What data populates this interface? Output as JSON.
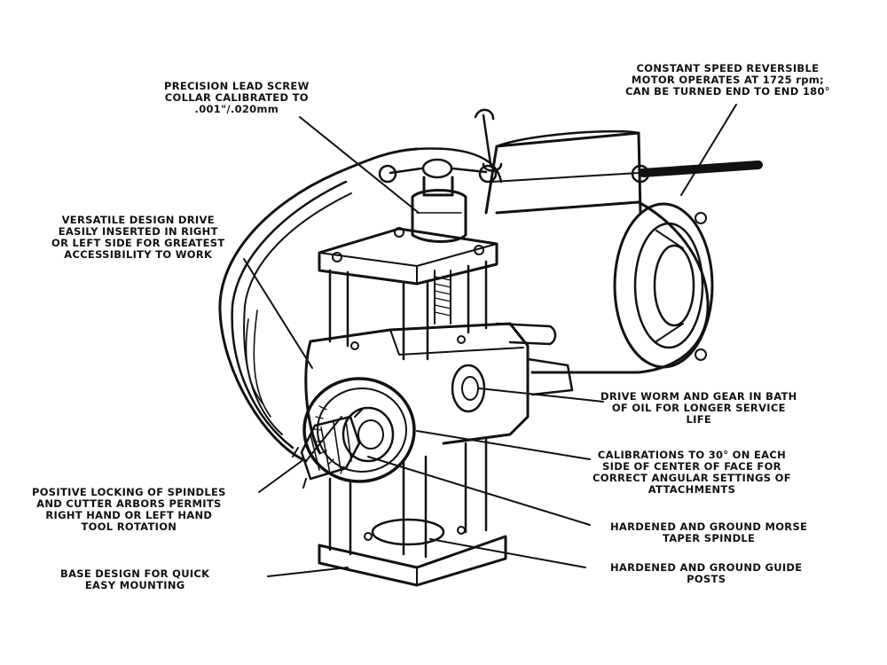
{
  "callouts": {
    "lead_screw": [
      "PRECISION LEAD SCREW",
      "COLLAR CALIBRATED TO",
      ".001\"/.020mm"
    ],
    "motor": [
      "CONSTANT SPEED REVERSIBLE",
      "MOTOR OPERATES AT 1725 rpm;",
      "CAN BE TURNED END TO END 180°"
    ],
    "drive": [
      "VERSATILE DESIGN DRIVE",
      "EASILY INSERTED IN RIGHT",
      "OR LEFT SIDE FOR GREATEST",
      "ACCESSIBILITY TO WORK"
    ],
    "worm_gear": [
      "DRIVE WORM AND GEAR IN BATH",
      "OF OIL FOR LONGER SERVICE",
      "LIFE"
    ],
    "calibrations": [
      "CALIBRATIONS TO 30° ON EACH",
      "SIDE OF CENTER OF FACE FOR",
      "CORRECT ANGULAR SETTINGS OF",
      "ATTACHMENTS"
    ],
    "locking": [
      "POSITIVE LOCKING OF SPINDLES",
      "AND CUTTER ARBORS PERMITS",
      "RIGHT HAND OR LEFT HAND",
      "TOOL ROTATION"
    ],
    "morse_spindle": [
      "HARDENED AND GROUND MORSE",
      "TAPER SPINDLE"
    ],
    "base": [
      "BASE DESIGN FOR QUICK",
      "EASY MOUNTING"
    ],
    "guide_posts": [
      "HARDENED AND GROUND GUIDE",
      "POSTS"
    ]
  },
  "colors": {
    "ink": "#111111",
    "paper": "#ffffff"
  }
}
